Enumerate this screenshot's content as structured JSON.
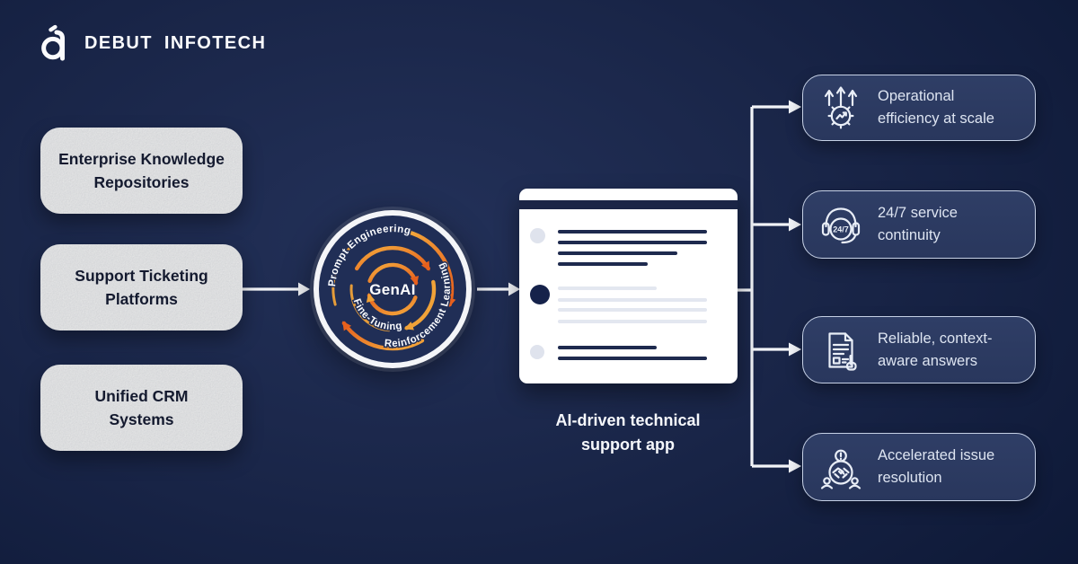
{
  "brand": {
    "word1": "DEBUT",
    "word2": "INFOTECH"
  },
  "sources": [
    {
      "lines": [
        "Enterprise Knowledge",
        "Repositories"
      ]
    },
    {
      "lines": [
        "Support Ticketing",
        "Platforms"
      ]
    },
    {
      "lines": [
        "Unified CRM",
        "Systems"
      ]
    }
  ],
  "engine": {
    "core": "GenAI",
    "label_top": "Prompt Engineering",
    "label_inner": "Fine-Tuning",
    "label_bottom": "Reinforcement Learning"
  },
  "app": {
    "caption_lines": [
      "AI-driven technical",
      "support app"
    ]
  },
  "benefits": [
    {
      "icon": "efficiency-gear-icon",
      "lines": [
        "Operational",
        "efficiency at scale"
      ]
    },
    {
      "icon": "headset-247-icon",
      "badge": "24/7",
      "lines": [
        "24/7 service",
        "continuity"
      ]
    },
    {
      "icon": "document-answers-icon",
      "lines": [
        "Reliable, context-",
        "aware answers"
      ]
    },
    {
      "icon": "handshake-alert-icon",
      "lines": [
        "Accelerated issue",
        "resolution"
      ]
    }
  ],
  "colors": {
    "background_navy": "#16224a",
    "panel_navy": "#2c3b62",
    "card_border": "#c6d1e6",
    "arc_orange": "#e6601d",
    "arc_amber": "#f0a238",
    "source_box_bg": "#f1f1f0",
    "connector": "#f2f4f8",
    "text_light": "#dde4f1",
    "text_dark": "#141a2f"
  }
}
